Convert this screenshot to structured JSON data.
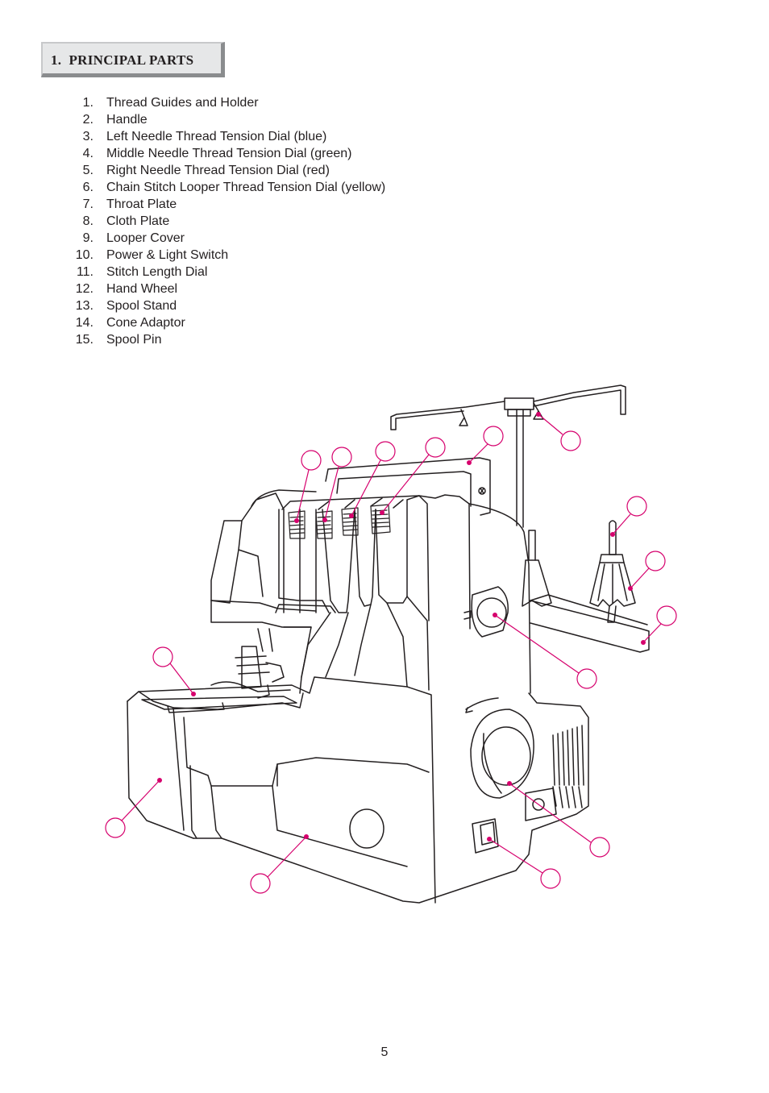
{
  "section": {
    "number": "1.",
    "title": "PRINCIPAL PARTS"
  },
  "parts": [
    {
      "number": "1.",
      "label": "Thread Guides and Holder"
    },
    {
      "number": "2.",
      "label": "Handle"
    },
    {
      "number": "3.",
      "label": "Left Needle Thread Tension Dial (blue)"
    },
    {
      "number": "4.",
      "label": "Middle Needle Thread Tension Dial (green)"
    },
    {
      "number": "5.",
      "label": "Right Needle Thread Tension Dial (red)"
    },
    {
      "number": "6.",
      "label": "Chain Stitch Looper Thread Tension Dial (yellow)"
    },
    {
      "number": "7.",
      "label": "Throat Plate"
    },
    {
      "number": "8.",
      "label": "Cloth Plate"
    },
    {
      "number": "9.",
      "label": "Looper Cover"
    },
    {
      "number": "10.",
      "label": "Power & Light Switch"
    },
    {
      "number": "11.",
      "label": "Stitch Length Dial"
    },
    {
      "number": "12.",
      "label": "Hand Wheel"
    },
    {
      "number": "13.",
      "label": "Spool Stand"
    },
    {
      "number": "14.",
      "label": "Cone Adaptor"
    },
    {
      "number": "15.",
      "label": "Spool Pin"
    }
  ],
  "diagram": {
    "callout_color": "#d6006d",
    "line_color": "#231f20"
  },
  "page_number": "5"
}
